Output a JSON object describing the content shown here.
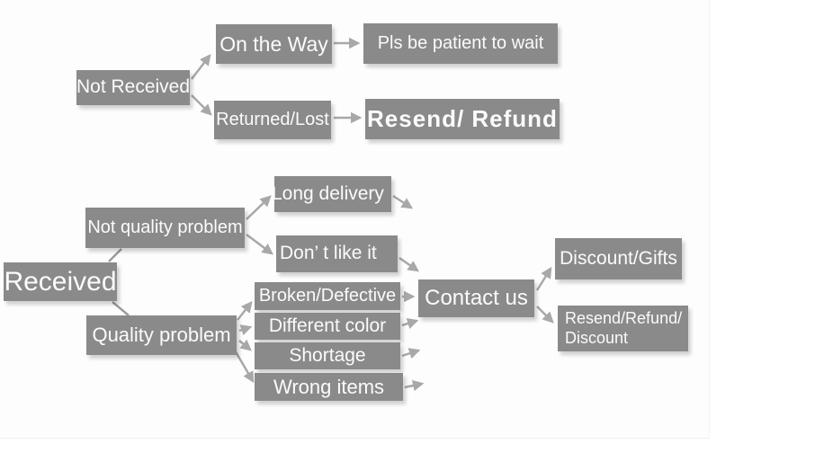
{
  "diagram_type": "flowchart",
  "colors": {
    "box": "#8a8a8a",
    "text": "#fbfbfb",
    "arrow": "#a8a8a8",
    "plain_line": "#9c9c9c"
  },
  "nodes": {
    "not_received": "Not Received",
    "on_the_way": "On the Way",
    "pls_be_patient_to_wait": "Pls be patient to wait",
    "returned_lost": "Returned/Lost",
    "resend_refund": "Resend/ Refund",
    "not_quality_problem": "Not quality problem",
    "received": "Received",
    "quality_problem": "Quality problem",
    "long_delivery": "Long delivery",
    "dont_like_it": "Don’ t like it",
    "broken_defective": "Broken/Defective",
    "different_color": "Different color",
    "shortage": "Shortage",
    "wrong_items": "Wrong items",
    "contact_us": "Contact us",
    "discount_gifts": "Discount/Gifts",
    "resend_refund_discount": {
      "line1": "Resend/Refund/",
      "line2": "Discount"
    }
  },
  "edges": [
    {
      "from": "not_received",
      "to": "on_the_way",
      "arrowhead": true
    },
    {
      "from": "not_received",
      "to": "returned_lost",
      "arrowhead": true
    },
    {
      "from": "on_the_way",
      "to": "pls_be_patient_to_wait",
      "arrowhead": true
    },
    {
      "from": "returned_lost",
      "to": "resend_refund",
      "arrowhead": true
    },
    {
      "from": "received",
      "to": "not_quality_problem",
      "arrowhead": false
    },
    {
      "from": "received",
      "to": "quality_problem",
      "arrowhead": false
    },
    {
      "from": "not_quality_problem",
      "to": "long_delivery",
      "arrowhead": true
    },
    {
      "from": "not_quality_problem",
      "to": "dont_like_it",
      "arrowhead": true
    },
    {
      "from": "long_delivery",
      "to": "",
      "arrowhead": true
    },
    {
      "from": "dont_like_it",
      "to": "contact_us",
      "arrowhead": true
    },
    {
      "from": "quality_problem",
      "to": "broken_defective",
      "arrowhead": true
    },
    {
      "from": "quality_problem",
      "to": "different_color",
      "arrowhead": true
    },
    {
      "from": "quality_problem",
      "to": "shortage",
      "arrowhead": true
    },
    {
      "from": "quality_problem",
      "to": "wrong_items",
      "arrowhead": true
    },
    {
      "from": "broken_defective",
      "to": "contact_us",
      "arrowhead": true
    },
    {
      "from": "different_color",
      "to": "contact_us",
      "arrowhead": true
    },
    {
      "from": "shortage",
      "to": "contact_us",
      "arrowhead": true
    },
    {
      "from": "wrong_items",
      "to": "contact_us",
      "arrowhead": true
    },
    {
      "from": "contact_us",
      "to": "discount_gifts",
      "arrowhead": true
    },
    {
      "from": "contact_us",
      "to": "resend_refund_discount",
      "arrowhead": true
    }
  ]
}
